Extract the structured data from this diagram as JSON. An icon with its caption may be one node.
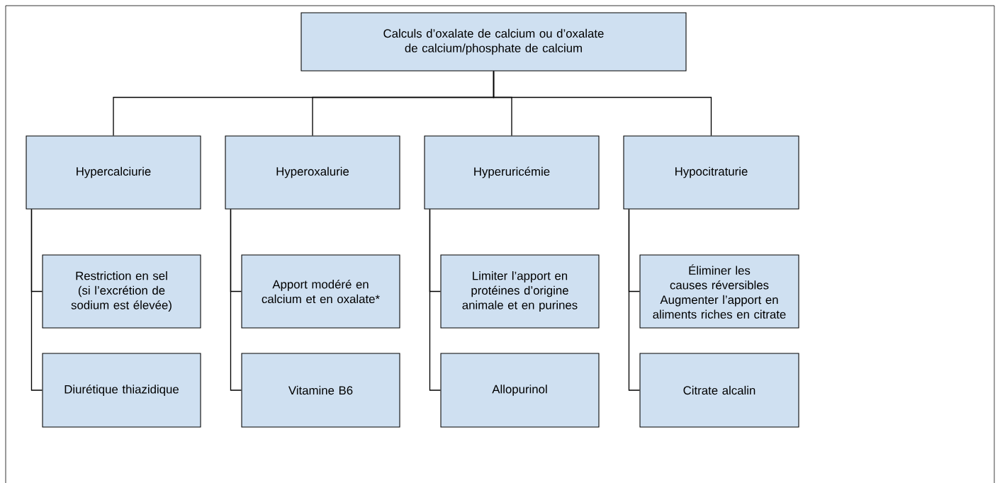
{
  "diagram": {
    "nodes": [
      {
        "text": [
          "Calculs d’oxalate de calcium ou d’oxalate de calcium/phosphate de calcium"
        ]
      },
      {
        "text": [
          "Hypercalciurie"
        ]
      },
      {
        "text": [
          "Hyperoxalurie"
        ]
      },
      {
        "text": [
          "Hyperuricémie"
        ]
      },
      {
        "text": [
          "Hypocitraturie"
        ]
      },
      {
        "text": [
          "Restriction en sel (si l’excrétion de sodium est élevée)"
        ]
      },
      {
        "text": [
          "Diurétique thiazidique"
        ]
      },
      {
        "text": [
          "Apport modéré en calcium et en oxalate*"
        ]
      },
      {
        "text": [
          "Vitamine B6"
        ]
      },
      {
        "text": [
          "Limiter l’apport en protéines d’origine animale et en purines"
        ]
      },
      {
        "text": [
          "Allopurinol"
        ]
      },
      {
        "text": [
          "Éliminer les causes réversibles",
          "Augmenter l’apport en aliments riches en citrate"
        ]
      },
      {
        "text": [
          "Citrate alcalin"
        ]
      }
    ],
    "edges": [
      {
        "from": 0,
        "to": 1,
        "arrow": "none"
      },
      {
        "from": 0,
        "to": 2,
        "arrow": "none"
      },
      {
        "from": 0,
        "to": 3,
        "arrow": "none"
      },
      {
        "from": 0,
        "to": 4,
        "arrow": "none"
      },
      {
        "from": 1,
        "to": 5,
        "arrow": "none"
      },
      {
        "from": 1,
        "to": 6,
        "arrow": "none"
      },
      {
        "from": 2,
        "to": 7,
        "arrow": "none"
      },
      {
        "from": 2,
        "to": 8,
        "arrow": "none"
      },
      {
        "from": 3,
        "to": 9,
        "arrow": "none"
      },
      {
        "from": 3,
        "to": 10,
        "arrow": "none"
      },
      {
        "from": 4,
        "to": 11,
        "arrow": "none"
      },
      {
        "from": 4,
        "to": 12,
        "arrow": "none"
      }
    ]
  }
}
